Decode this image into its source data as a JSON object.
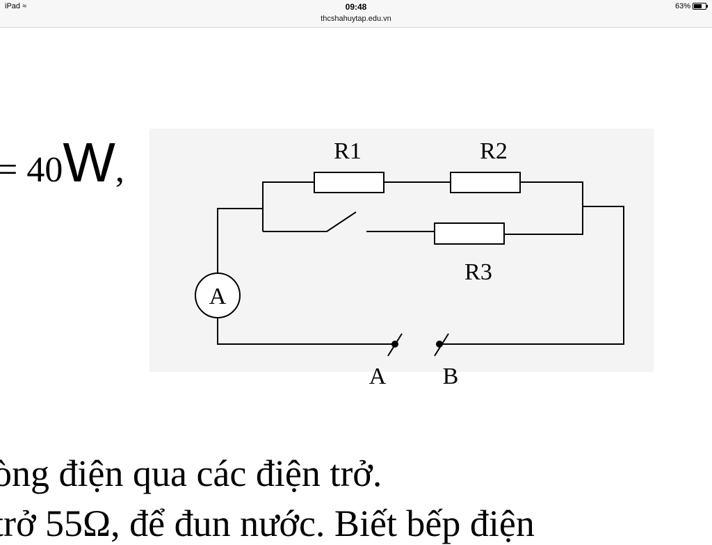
{
  "status_bar": {
    "device": "iPad",
    "time": "09:48",
    "url": "thcshahuytap.edu.vn",
    "battery": "63%",
    "battery_level": 0.63
  },
  "content": {
    "equation_prefix": "= 40",
    "equation_unit": "W",
    "equation_suffix": ",",
    "line1": "òng điện qua các điện trở.",
    "line2": "trở 55Ω, để đun nước. Biết bếp điện"
  },
  "diagram": {
    "r1": "R1",
    "r2": "R2",
    "r3": "R3",
    "ammeter": "A",
    "terminal_a": "A",
    "terminal_b": "B"
  }
}
